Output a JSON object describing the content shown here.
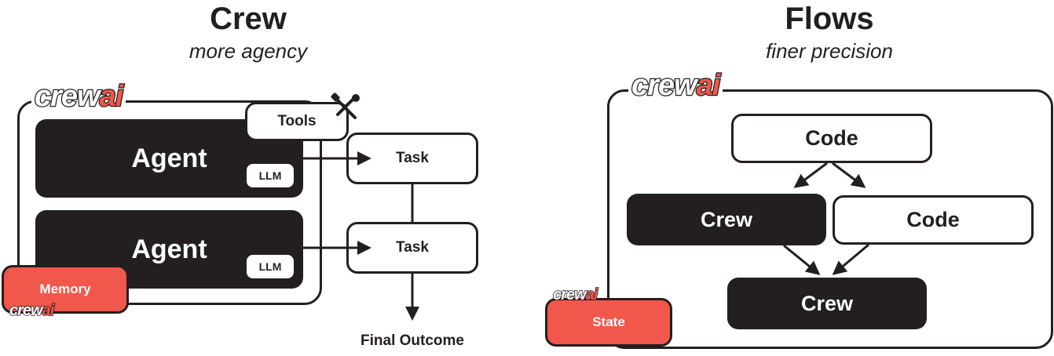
{
  "crew_section": {
    "title": "Crew",
    "subtitle": "more agency",
    "logo": {
      "crew": "crew",
      "ai": "ai"
    },
    "tools_label": "Tools",
    "agents": [
      {
        "label": "Agent",
        "llm": "LLM"
      },
      {
        "label": "Agent",
        "llm": "LLM"
      }
    ],
    "tasks": [
      "Task",
      "Task"
    ],
    "memory_label": "Memory",
    "memory_logo": {
      "crew": "crew",
      "ai": "ai"
    },
    "final_outcome": "Final Outcome",
    "icons": {
      "tools": "tools-cross-icon"
    }
  },
  "flows_section": {
    "title": "Flows",
    "subtitle": "finer precision",
    "logo": {
      "crew": "crew",
      "ai": "ai"
    },
    "top_code": "Code",
    "middle_crew": "Crew",
    "middle_code": "Code",
    "bottom_crew": "Crew",
    "state_label": "State",
    "state_logo": {
      "crew": "crew",
      "ai": "ai"
    }
  },
  "colors": {
    "dark": "#231f20",
    "accent": "#f1574a",
    "background": "#ffffff"
  }
}
